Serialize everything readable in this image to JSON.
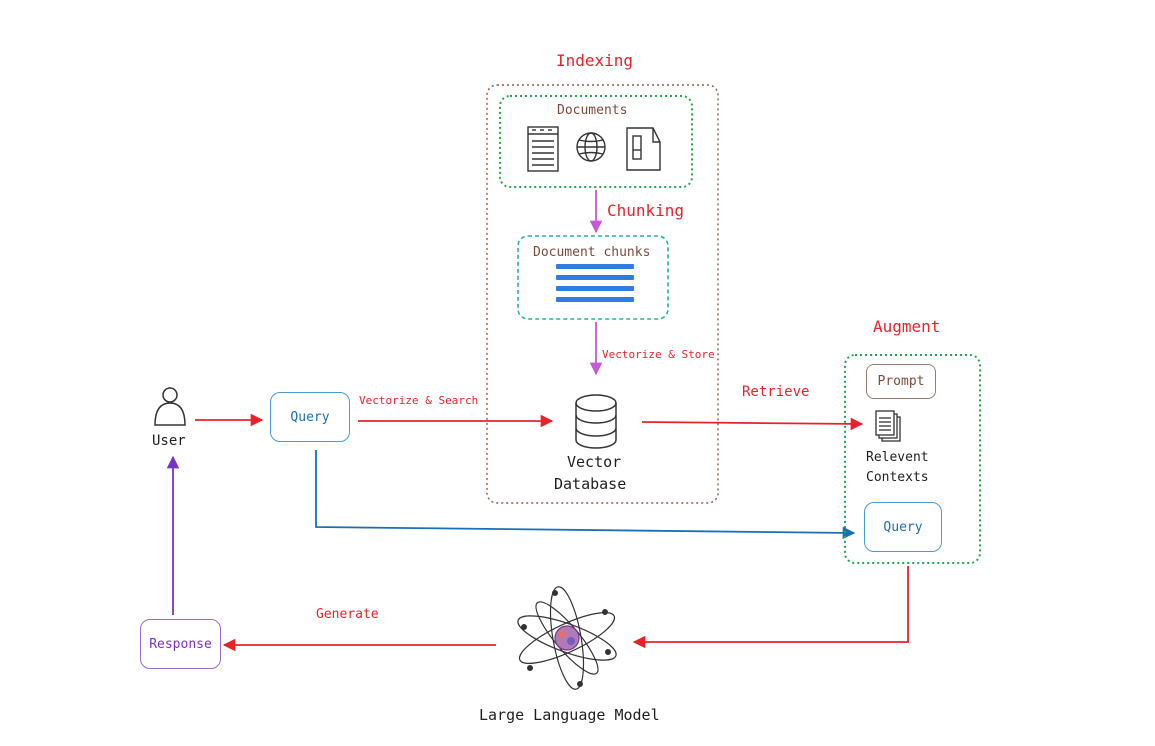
{
  "colors": {
    "red": "#e8222b",
    "blue": "#1a6fb5",
    "purple": "#7a32c9",
    "magenta": "#c65ad6",
    "green": "#22a84a",
    "teal": "#27b39a",
    "brown": "#8b5a4a",
    "chunk_bar": "#2f7de1"
  },
  "sections": {
    "indexing": "Indexing",
    "chunking": "Chunking",
    "augment": "Augment"
  },
  "nodes": {
    "documents": "Documents",
    "document_chunks": "Document chunks",
    "vector_db_line1": "Vector",
    "vector_db_line2": "Database",
    "user": "User",
    "query": "Query",
    "prompt": "Prompt",
    "relevant_contexts_line1": "Relevent",
    "relevant_contexts_line2": "Contexts",
    "augment_query": "Query",
    "response": "Response",
    "llm": "Large Language Model"
  },
  "edges": {
    "vectorize_store": "Vectorize & Store",
    "vectorize_search": "Vectorize & Search",
    "retrieve": "Retrieve",
    "generate": "Generate"
  },
  "icons": [
    "document-lines-icon",
    "globe-icon",
    "file-icon",
    "database-icon",
    "user-icon",
    "stacked-documents-icon",
    "atom-icon"
  ]
}
